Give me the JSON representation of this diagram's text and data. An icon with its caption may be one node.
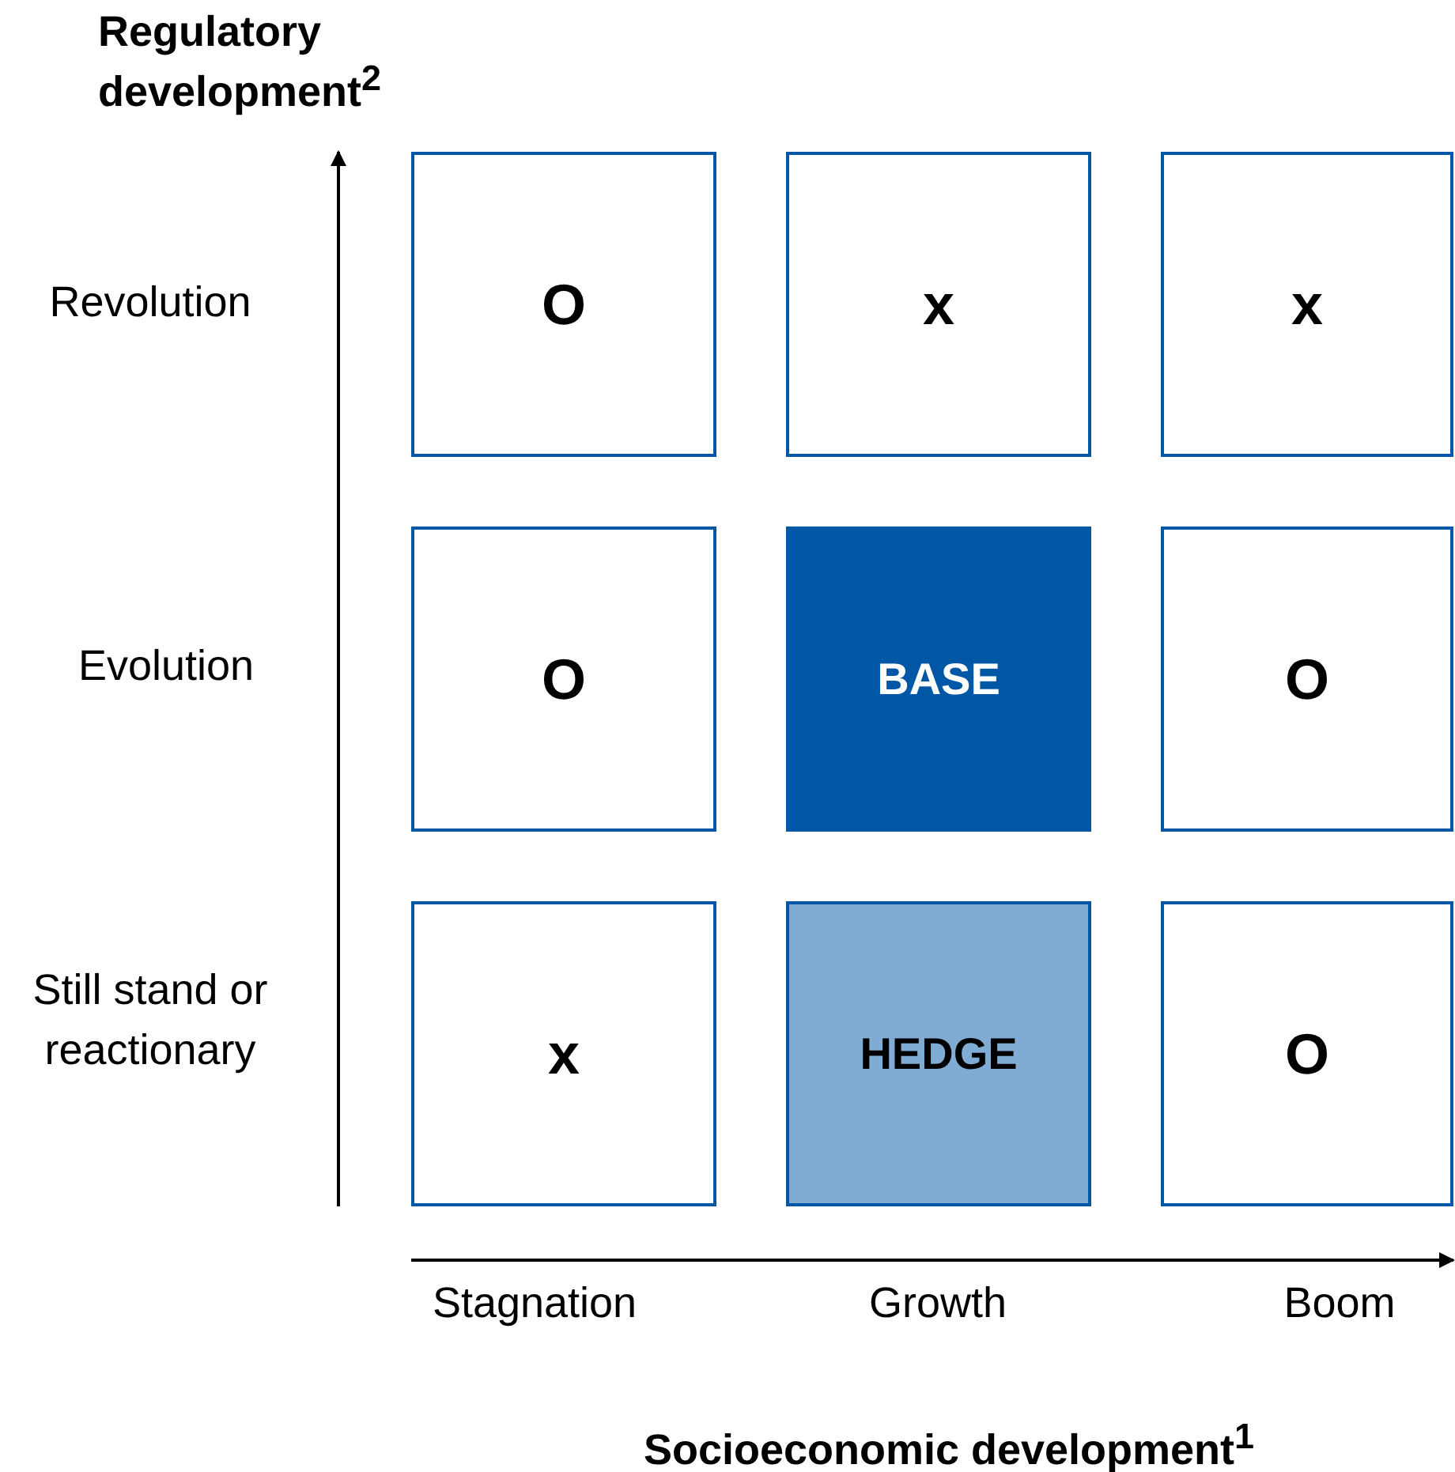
{
  "diagram": {
    "nodes": [
      {
        "text": [
          "O"
        ]
      },
      {
        "text": [
          "x"
        ]
      },
      {
        "text": [
          "x"
        ]
      },
      {
        "text": [
          "O"
        ]
      },
      {
        "text": [
          "BASE"
        ]
      },
      {
        "text": [
          "O"
        ]
      },
      {
        "text": [
          "x"
        ]
      },
      {
        "text": [
          "HEDGE"
        ]
      },
      {
        "text": [
          "O"
        ]
      }
    ],
    "edges": [],
    "labels": [
      "Regulatory development$^{2}$",
      "Revolution",
      "Evolution",
      "Still stand or reactionary",
      "Stagnation",
      "Growth",
      "Boom",
      "Socioeconomic development$^{1}$"
    ]
  }
}
